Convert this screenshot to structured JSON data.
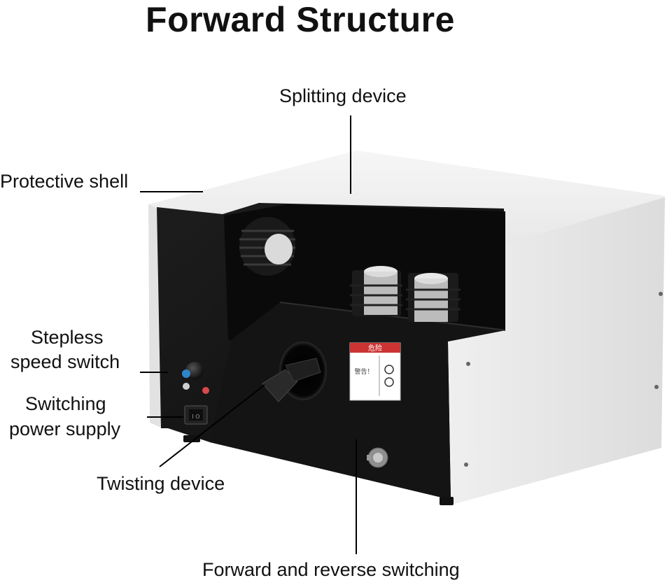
{
  "title": "Forward Structure",
  "labels": {
    "splitting_device": "Splitting device",
    "protective_shell": "Protective shell",
    "stepless_speed_switch_line1": "Stepless",
    "stepless_speed_switch_line2": "speed switch",
    "switching_power_supply_line1": "Switching",
    "switching_power_supply_line2": "power supply",
    "twisting_device": "Twisting device",
    "forward_reverse_switching": "Forward and reverse switching"
  },
  "warning_label": {
    "header": "危险",
    "text": "警告！"
  },
  "rocker_switch_text": "I O",
  "colors": {
    "shell": "#ececec",
    "panel": "#161616",
    "knob_accent": "#2e86c8",
    "indicator_red": "#d84a4a"
  }
}
